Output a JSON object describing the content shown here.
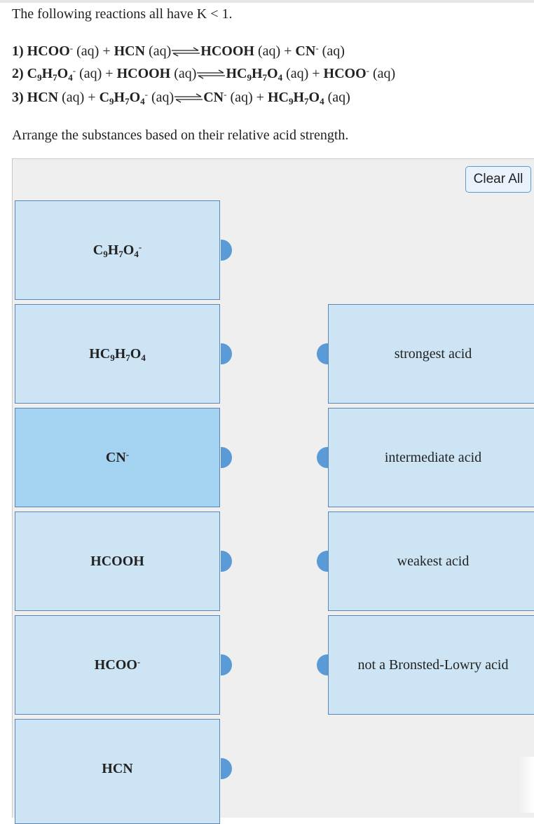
{
  "intro": "The following reactions all have K < 1.",
  "reactions": {
    "r1": {
      "num": "1)",
      "reactants": [
        "HCOO",
        "(aq) + HCN (aq)"
      ],
      "products": "HCOOH (aq) + CN",
      "products_tail": "(aq)"
    },
    "r2": {
      "num": "2)",
      "phase1": "(aq) + HCOOH (aq)",
      "phase2": "(aq) + HCOO",
      "phase3": "(aq)"
    },
    "r3": {
      "num": "3)",
      "lead": "HCN (aq) + C",
      "phase1": "(aq)",
      "mid": "CN",
      "phase2": "(aq) + HC",
      "phase3": "(aq)"
    }
  },
  "question": "Arrange the substances based on their relative acid strength.",
  "clear_all_label": "Clear All",
  "substances": [
    "C9H7O4-",
    "HC9H7O4",
    "CN-",
    "HCOOH",
    "HCOO-",
    "HCN"
  ],
  "categories": [
    "strongest acid",
    "intermediate acid",
    "weakest acid",
    "not a Bronsted-Lowry acid"
  ],
  "labels": {
    "hcooh": "HCOOH",
    "hcoo": "HCOO",
    "hcn": "HCN",
    "cn": "CN",
    "minus": "-"
  },
  "colors": {
    "card_bg": "#cce4f4",
    "card_selected": "#a4d3f1",
    "card_border": "#5a87b8",
    "tab": "#5a9ad6",
    "button_border": "#5b9bd5"
  }
}
